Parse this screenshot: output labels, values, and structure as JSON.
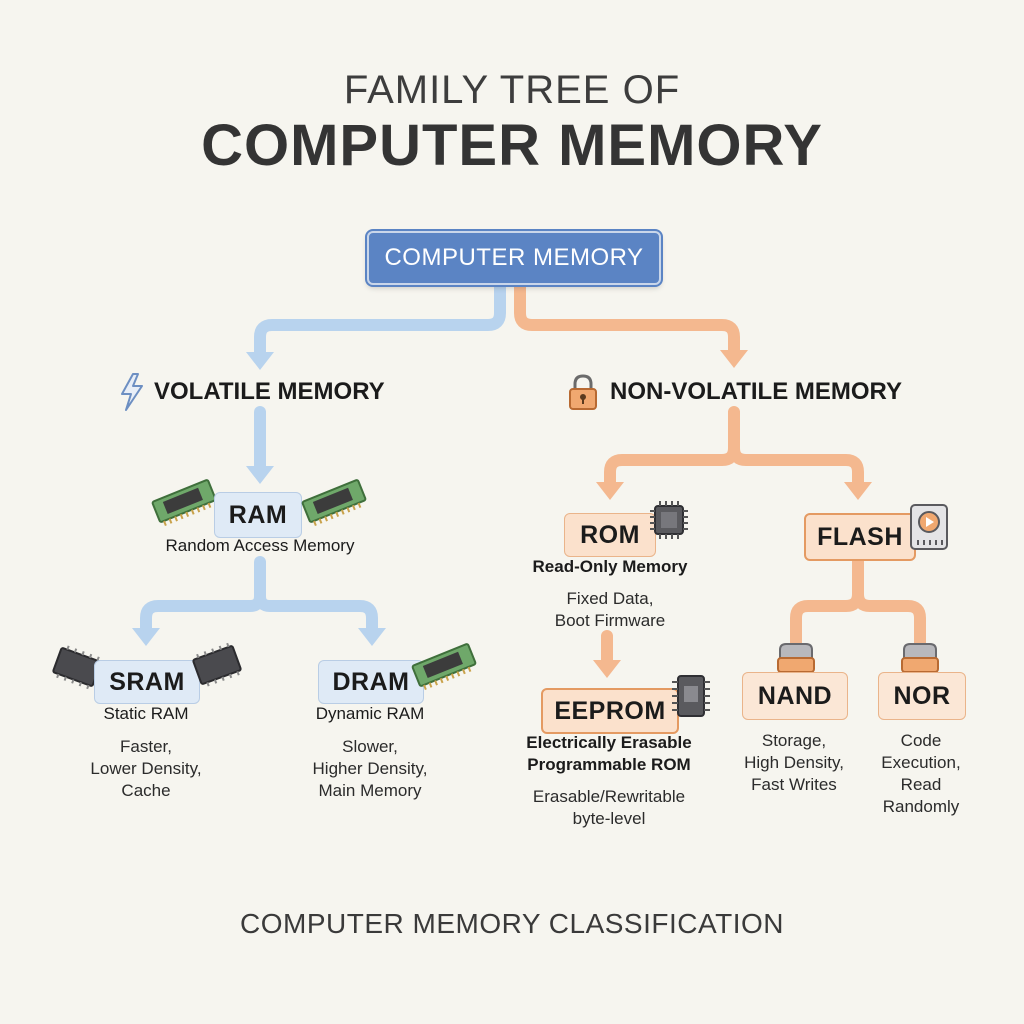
{
  "title": {
    "line1": "FAMILY TREE OF",
    "line2": "COMPUTER MEMORY"
  },
  "root": {
    "label": "COMPUTER MEMORY"
  },
  "volatile": {
    "label": "VOLATILE MEMORY",
    "icon": "lightning-bolt-icon",
    "ram": {
      "label": "RAM",
      "subtitle": "Random Access Memory",
      "sram": {
        "label": "SRAM",
        "subtitle": "Static RAM",
        "desc": [
          "Faster,",
          "Lower Density,",
          "Cache"
        ]
      },
      "dram": {
        "label": "DRAM",
        "subtitle": "Dynamic RAM",
        "desc": [
          "Slower,",
          "Higher Density,",
          "Main Memory"
        ]
      }
    }
  },
  "nonvolatile": {
    "label": "NON-VOLATILE MEMORY",
    "icon": "padlock-icon",
    "rom": {
      "label": "ROM",
      "subtitle": "Read-Only Memory",
      "desc": [
        "Fixed Data,",
        "Boot Firmware"
      ]
    },
    "eeprom": {
      "label": "EEPROM",
      "subtitle": [
        "Electrically Erasable",
        "Programmable ROM"
      ],
      "desc": [
        "Erasable/Rewritable",
        "byte-level"
      ]
    },
    "flash": {
      "label": "FLASH",
      "nand": {
        "label": "NAND",
        "desc": [
          "Storage,",
          "High Density,",
          "Fast Writes"
        ]
      },
      "nor": {
        "label": "NOR",
        "desc": [
          "Code",
          "Execution,",
          "Read",
          "Randomly"
        ]
      }
    }
  },
  "footer": "COMPUTER MEMORY CLASSIFICATION",
  "colors": {
    "background": "#f6f5ef",
    "root_blue": "#5b84c4",
    "volatile_line": "#b8d3ee",
    "nonvolatile_line": "#f4b88f",
    "box_blue": "#dfeaf6",
    "box_orange": "#fbe1cc"
  }
}
